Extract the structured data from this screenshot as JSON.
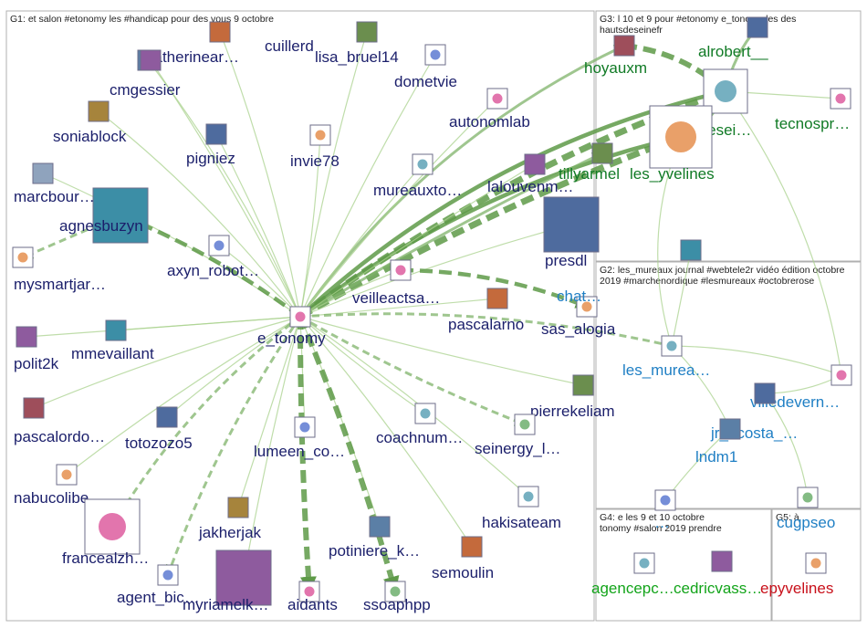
{
  "groups": [
    {
      "id": "G1",
      "label": "G1: et salon #etonomy les #handicap pour des vous 9 octobre"
    },
    {
      "id": "G3",
      "label": "G3: l 10 et 9 pour #etonomy e_tonomy les des hautsdeseinefr"
    },
    {
      "id": "G2",
      "label": "G2: les_mureaux journal #webtele2r vidéo édition octobre 2019 #marchenordique #lesmureaux #octobrerose"
    },
    {
      "id": "G4",
      "label": "G4: e les 9 et 10 octobre tonomy #salon 2019 prendre"
    },
    {
      "id": "G5",
      "label": "G5: à"
    }
  ],
  "nodes": [
    {
      "id": "catherinear",
      "label": "catherinear…",
      "group": "G1",
      "icon": "avatar-photo"
    },
    {
      "id": "cuillerd",
      "label": "cuillerd",
      "group": "G1",
      "icon": "avatar-photo"
    },
    {
      "id": "lisa_bruel14",
      "label": "lisa_bruel14",
      "group": "G1",
      "icon": "avatar-photo"
    },
    {
      "id": "cmgessier",
      "label": "cmgessier",
      "group": "G1",
      "icon": "avatar-photo"
    },
    {
      "id": "dometvie",
      "label": "dometvie",
      "group": "G1",
      "icon": "logo"
    },
    {
      "id": "soniablock",
      "label": "soniablock",
      "group": "G1",
      "icon": "avatar-photo"
    },
    {
      "id": "autonomlab",
      "label": "autonomlab",
      "group": "G1",
      "icon": "logo"
    },
    {
      "id": "pigniez",
      "label": "pigniez",
      "group": "G1",
      "icon": "avatar-photo"
    },
    {
      "id": "invie78",
      "label": "invie78",
      "group": "G1",
      "icon": "logo"
    },
    {
      "id": "marcbour",
      "label": "marcbour…",
      "group": "G1",
      "icon": "default-avatar"
    },
    {
      "id": "mureauxto",
      "label": "mureauxto…",
      "group": "G1",
      "icon": "logo"
    },
    {
      "id": "lalouvenm",
      "label": "lalouvenm…",
      "group": "G1",
      "icon": "avatar-photo"
    },
    {
      "id": "agnesbuzyn",
      "label": "agnesbuzyn",
      "group": "G1",
      "icon": "avatar-photo"
    },
    {
      "id": "mysmartjar",
      "label": "mysmartjar…",
      "group": "G1",
      "icon": "logo"
    },
    {
      "id": "axyn_robot",
      "label": "axyn_robot…",
      "group": "G1",
      "icon": "logo"
    },
    {
      "id": "presdl",
      "label": "presdl",
      "group": "G1",
      "icon": "avatar-photo"
    },
    {
      "id": "veilleactsa",
      "label": "veilleactsa…",
      "group": "G1",
      "icon": "logo"
    },
    {
      "id": "pascalarno",
      "label": "pascalarno",
      "group": "G1",
      "icon": "avatar-photo"
    },
    {
      "id": "sas_alogia",
      "label": "sas_alogia",
      "group": "G1",
      "icon": "logo"
    },
    {
      "id": "polit2k",
      "label": "polit2k",
      "group": "G1",
      "icon": "avatar-photo"
    },
    {
      "id": "mmevaillant",
      "label": "mmevaillant",
      "group": "G1",
      "icon": "avatar-photo"
    },
    {
      "id": "e_tonomy",
      "label": "e_tonomy",
      "group": "G1",
      "icon": "logo"
    },
    {
      "id": "pascalordo",
      "label": "pascalordo…",
      "group": "G1",
      "icon": "avatar-photo"
    },
    {
      "id": "totozozo5",
      "label": "totozozo5",
      "group": "G1",
      "icon": "avatar-photo"
    },
    {
      "id": "lumeen_co",
      "label": "lumeen_co…",
      "group": "G1",
      "icon": "logo"
    },
    {
      "id": "coachnum",
      "label": "coachnum…",
      "group": "G1",
      "icon": "logo"
    },
    {
      "id": "pierrekeliam",
      "label": "pierrekeliam",
      "group": "G1",
      "icon": "avatar-photo"
    },
    {
      "id": "seinergy_l",
      "label": "seinergy_l…",
      "group": "G1",
      "icon": "logo"
    },
    {
      "id": "nabucolibe",
      "label": "nabucolibe…",
      "group": "G1",
      "icon": "logo"
    },
    {
      "id": "jakherjak",
      "label": "jakherjak",
      "group": "G1",
      "icon": "avatar-photo"
    },
    {
      "id": "hakisateam",
      "label": "hakisateam",
      "group": "G1",
      "icon": "logo"
    },
    {
      "id": "francealzh",
      "label": "francealzh…",
      "group": "G1",
      "icon": "logo"
    },
    {
      "id": "potiniere_k",
      "label": "potiniere_k…",
      "group": "G1",
      "icon": "avatar-photo"
    },
    {
      "id": "semoulin",
      "label": "semoulin",
      "group": "G1",
      "icon": "avatar-photo"
    },
    {
      "id": "agent_bic",
      "label": "agent_bic…",
      "group": "G1",
      "icon": "logo"
    },
    {
      "id": "myriamelk",
      "label": "myriamelk…",
      "group": "G1",
      "icon": "avatar-photo"
    },
    {
      "id": "aidants",
      "label": "aidants",
      "group": "G1",
      "icon": "logo"
    },
    {
      "id": "ssoaphpp",
      "label": "ssoaphpp",
      "group": "G1",
      "icon": "logo"
    },
    {
      "id": "hoyauxm",
      "label": "hoyauxm",
      "group": "G3",
      "icon": "avatar-photo"
    },
    {
      "id": "alrobert",
      "label": "alrobert__",
      "group": "G3",
      "icon": "avatar-photo"
    },
    {
      "id": "hautsdesei",
      "label": "utsdesei…",
      "group": "G3",
      "icon": "logo"
    },
    {
      "id": "tecnospr",
      "label": "tecnospr…",
      "group": "G3",
      "icon": "logo"
    },
    {
      "id": "tillyarmel",
      "label": "tillyarmel",
      "group": "G3",
      "icon": "avatar-photo"
    },
    {
      "id": "les_yvelines",
      "label": "les_yvelines",
      "group": "G3",
      "icon": "logo"
    },
    {
      "id": "chat",
      "label": "chat…",
      "group": "G2",
      "icon": "avatar-photo"
    },
    {
      "id": "les_mureaux",
      "label": "les_murea…",
      "group": "G2",
      "icon": "logo"
    },
    {
      "id": "villedevern",
      "label": "villedevern…",
      "group": "G2",
      "icon": "logo"
    },
    {
      "id": "jr_acosta",
      "label": "jr_acosta_…",
      "group": "G2",
      "icon": "avatar-photo"
    },
    {
      "id": "lndm1",
      "label": "lndm1",
      "group": "G2",
      "icon": "avatar-photo"
    },
    {
      "id": "g4hidden",
      "label": "…",
      "group": "G2",
      "icon": "logo"
    },
    {
      "id": "agencepc",
      "label": "agencepc…",
      "group": "G4",
      "icon": "logo"
    },
    {
      "id": "cedricvass",
      "label": "cedricvass…",
      "group": "G4",
      "icon": "avatar-photo"
    },
    {
      "id": "cugpseo",
      "label": "cugpseo",
      "group": "G5",
      "icon": "logo"
    },
    {
      "id": "epyvelines",
      "label": "epyvelines",
      "group": "G5",
      "icon": "logo"
    }
  ],
  "colors": {
    "edge": "#6aa84f",
    "edge_light": "#a9d18e",
    "box_border": "#b0b0b0",
    "g1_label": "#1b1f6b",
    "g2_label": "#1f7fc4",
    "g3_label": "#107a25",
    "g4_label": "#13a41a",
    "g5_red": "#c8101a"
  }
}
